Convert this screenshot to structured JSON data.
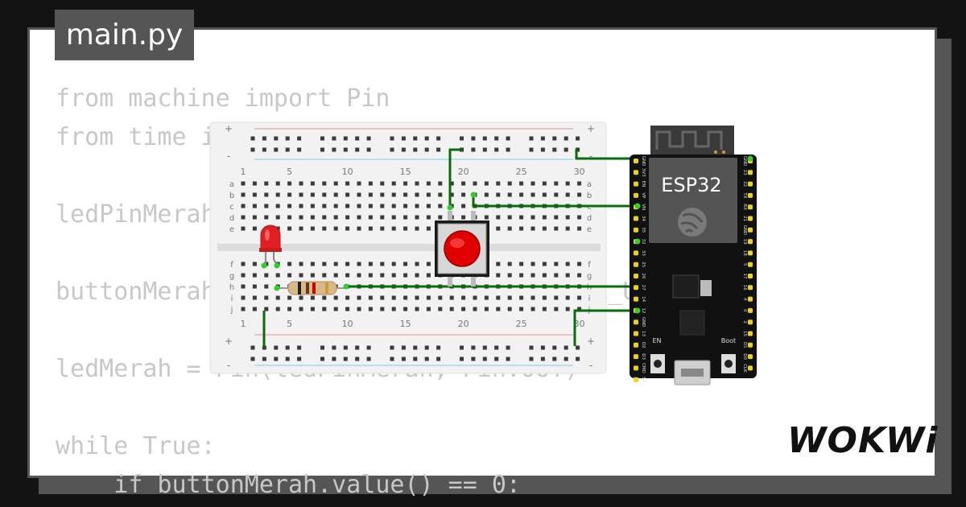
{
  "tab": {
    "title": "main.py"
  },
  "code_lines": [
    "from machine import Pin",
    "from time import sleep",
    "",
    "ledPinMerah = 12",
    "",
    "buttonMerah = Pin(14, Pin.IN, Pin.PULL_UP)",
    "",
    "ledMerah = Pin(ledPinMerah, Pin.OUT)",
    "",
    "while True:",
    "    if buttonMerah.value() == 0:"
  ],
  "breadboard": {
    "col_numbers": [
      "1",
      "5",
      "10",
      "15",
      "20",
      "25",
      "30"
    ],
    "row_letters_top": [
      "a",
      "b",
      "c",
      "d",
      "e"
    ],
    "row_letters_bottom": [
      "f",
      "g",
      "h",
      "i",
      "j"
    ],
    "rail_plus": "+",
    "rail_minus": "-"
  },
  "esp32": {
    "label": "ESP32",
    "en_label": "EN",
    "boot_label": "Boot",
    "left_pins": [
      "GND",
      "3V3",
      "EN",
      "VP",
      "VN",
      "34",
      "35",
      "32",
      "33",
      "25",
      "26",
      "27",
      "14",
      "12",
      "GND",
      "13",
      "D2",
      "D3",
      "CMD",
      "5V"
    ],
    "right_pins": [
      "GND",
      "23",
      "22",
      "TX",
      "RX",
      "21",
      "GND",
      "19",
      "18",
      "5",
      "17",
      "16",
      "4",
      "0",
      "2",
      "15",
      "D1",
      "D0",
      "CLK"
    ]
  },
  "brand": {
    "logo": "WOKWi"
  },
  "colors": {
    "wire": "#0a6b0a",
    "led": "#e02020",
    "button_cap": "#e00000",
    "board": "#111111",
    "pin_highlight": "#33cc33"
  }
}
